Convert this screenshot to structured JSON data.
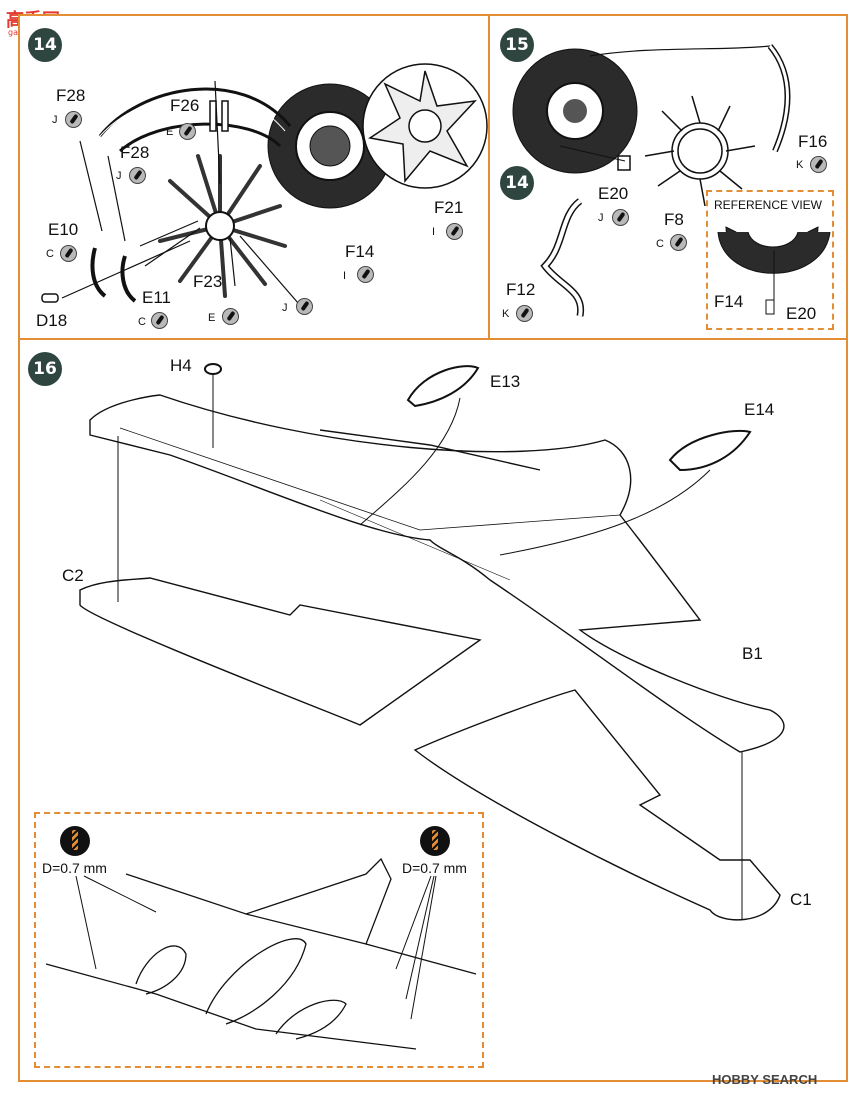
{
  "watermark": {
    "text": "高手网",
    "url": "gao-shou.com"
  },
  "steps": {
    "s14": {
      "number": "14",
      "labels": {
        "F28a": "F28",
        "F26": "F26",
        "F28b": "F28",
        "E10": "E10",
        "E11": "E11",
        "D18": "D18",
        "F23": "F23",
        "F21": "F21",
        "F14": "F14"
      },
      "sprues": {
        "F28a": "J",
        "F26": "E",
        "F28b": "J",
        "E10": "C",
        "E11": "C",
        "F23": "E",
        "J_only": "J",
        "F21": "I",
        "F14": "I"
      }
    },
    "s15": {
      "number": "15",
      "inset_number": "14",
      "labels": {
        "F16": "F16",
        "E20": "E20",
        "F8": "F8",
        "F12": "F12",
        "ref_F14": "F14",
        "ref_E20": "E20"
      },
      "sprues": {
        "F16": "K",
        "E20": "J",
        "F8": "C",
        "F12": "K"
      },
      "reference_view": "REFERENCE VIEW"
    },
    "s16": {
      "number": "16",
      "labels": {
        "H4": "H4",
        "E13": "E13",
        "E14": "E14",
        "C2": "C2",
        "B1": "B1",
        "C1": "C1"
      },
      "drill_left": "D=0.7 mm",
      "drill_right": "D=0.7 mm"
    }
  },
  "footer": {
    "text": "HOBBY SEARCH"
  },
  "colors": {
    "accent": "#e38e35",
    "badge": "#2f4640",
    "watermark": "#e23a2f"
  }
}
